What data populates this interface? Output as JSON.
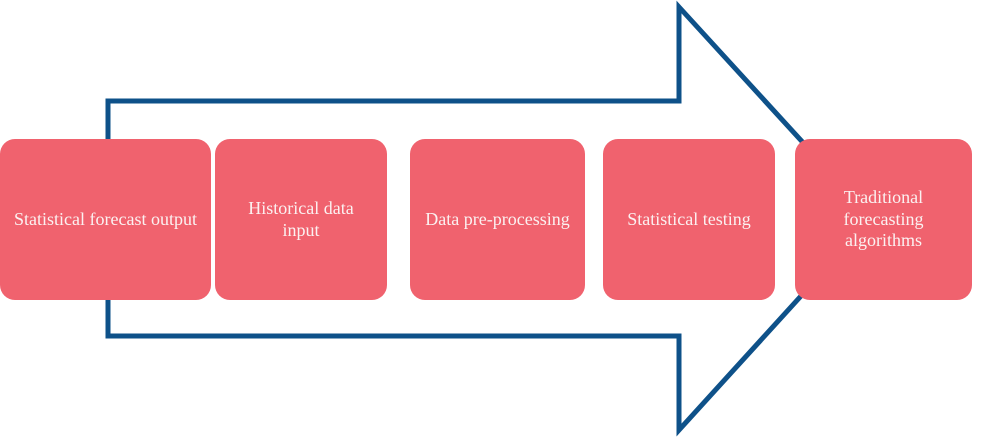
{
  "diagram": {
    "type": "process-flow-arrow",
    "direction": "left-to-right",
    "steps": [
      {
        "label": "Historical data input"
      },
      {
        "label": "Data pre-processing"
      },
      {
        "label": "Statistical testing"
      },
      {
        "label": "Traditional forecasting algorithms"
      },
      {
        "label": "Statistical forecast output"
      }
    ],
    "colors": {
      "box_fill": "#F0626E",
      "arrow_stroke": "#0E5189",
      "label_text": "#FBF1F1",
      "background": "#FFFFFF"
    }
  }
}
